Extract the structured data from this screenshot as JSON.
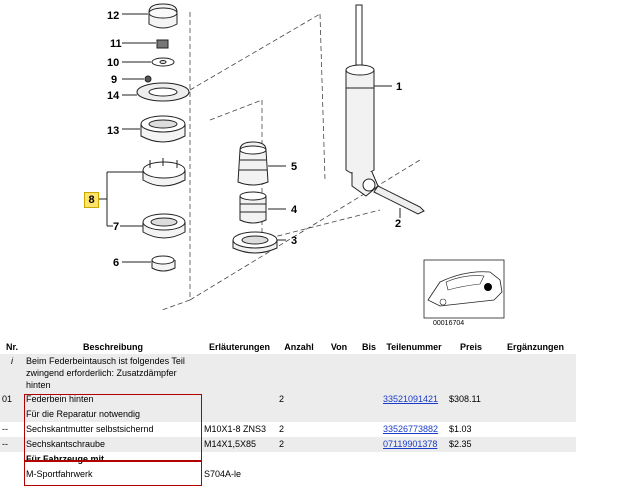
{
  "diagram": {
    "callouts": [
      {
        "id": "12",
        "label": "12"
      },
      {
        "id": "11",
        "label": "11"
      },
      {
        "id": "10",
        "label": "10"
      },
      {
        "id": "9",
        "label": "9"
      },
      {
        "id": "14",
        "label": "14"
      },
      {
        "id": "13",
        "label": "13"
      },
      {
        "id": "8",
        "label": "8"
      },
      {
        "id": "7",
        "label": "7"
      },
      {
        "id": "6",
        "label": "6"
      },
      {
        "id": "5",
        "label": "5"
      },
      {
        "id": "4",
        "label": "4"
      },
      {
        "id": "3",
        "label": "3"
      },
      {
        "id": "1",
        "label": "1"
      },
      {
        "id": "2",
        "label": "2"
      }
    ],
    "code": "00016704"
  },
  "table": {
    "headers": [
      "Nr.",
      "Beschreibung",
      "Erläuterungen",
      "Anzahl",
      "Von",
      "Bis",
      "Teilenummer",
      "Preis",
      "Ergänzungen"
    ],
    "rows": [
      {
        "nr": "i",
        "desc": "Beim Federbeintausch ist folgendes Teil zwingend erforderlich: Zusatzdämpfer hinten",
        "erl": "",
        "anz": "",
        "von": "",
        "bis": "",
        "tn": "",
        "preis": "",
        "erg": ""
      },
      {
        "nr": "01",
        "desc": "Federbein hinten",
        "erl": "",
        "anz": "2",
        "von": "",
        "bis": "",
        "tn": "33521091421",
        "preis": "$308.11",
        "erg": ""
      },
      {
        "nr": "",
        "desc": "Für die Reparatur notwendig",
        "erl": "",
        "anz": "",
        "von": "",
        "bis": "",
        "tn": "",
        "preis": "",
        "erg": ""
      },
      {
        "nr": "--",
        "desc": "Sechskantmutter selbstsichernd",
        "erl": "M10X1-8 ZNS3",
        "anz": "2",
        "von": "",
        "bis": "",
        "tn": "33526773882",
        "preis": "$1.03",
        "erg": ""
      },
      {
        "nr": "--",
        "desc": "Sechskantschraube",
        "erl": "M14X1,5X85",
        "anz": "2",
        "von": "",
        "bis": "",
        "tn": "07119901378",
        "preis": "$2.35",
        "erg": ""
      },
      {
        "nr": "",
        "desc": "Für Fahrzeuge mit",
        "erl": "",
        "anz": "",
        "von": "",
        "bis": "",
        "tn": "",
        "preis": "",
        "erg": ""
      },
      {
        "nr": "",
        "desc": "M-Sportfahrwerk",
        "erl": "S704A-le",
        "anz": "",
        "von": "",
        "bis": "",
        "tn": "",
        "preis": "",
        "erg": ""
      }
    ]
  }
}
